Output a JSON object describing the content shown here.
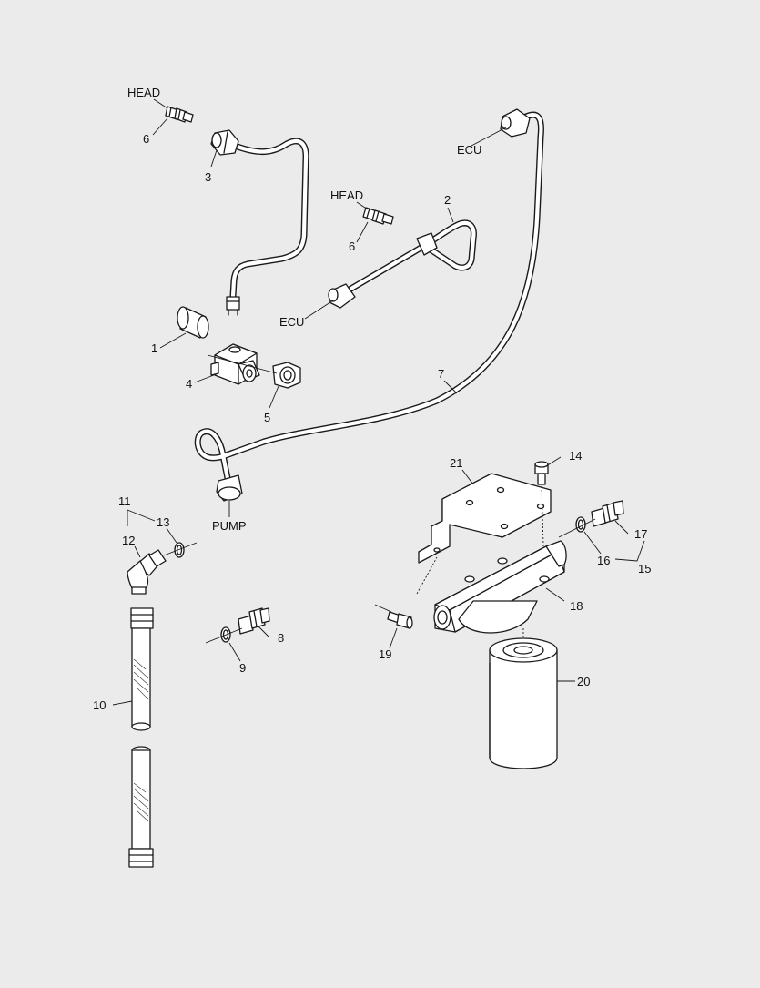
{
  "labels": {
    "head_top": "HEAD",
    "head_mid": "HEAD",
    "ecu_top": "ECU",
    "ecu_mid": "ECU",
    "pump": "PUMP"
  },
  "callouts": {
    "c1": "1",
    "c2": "2",
    "c3": "3",
    "c4": "4",
    "c5": "5",
    "c6a": "6",
    "c6b": "6",
    "c7": "7",
    "c8": "8",
    "c9": "9",
    "c10": "10",
    "c11": "11",
    "c12": "12",
    "c13": "13",
    "c14": "14",
    "c15": "15",
    "c16": "16",
    "c17": "17",
    "c18": "18",
    "c19": "19",
    "c20": "20",
    "c21": "21"
  },
  "colors": {
    "background": "#ebebeb",
    "line": "#1a1a1a",
    "part_fill": "#ffffff"
  }
}
